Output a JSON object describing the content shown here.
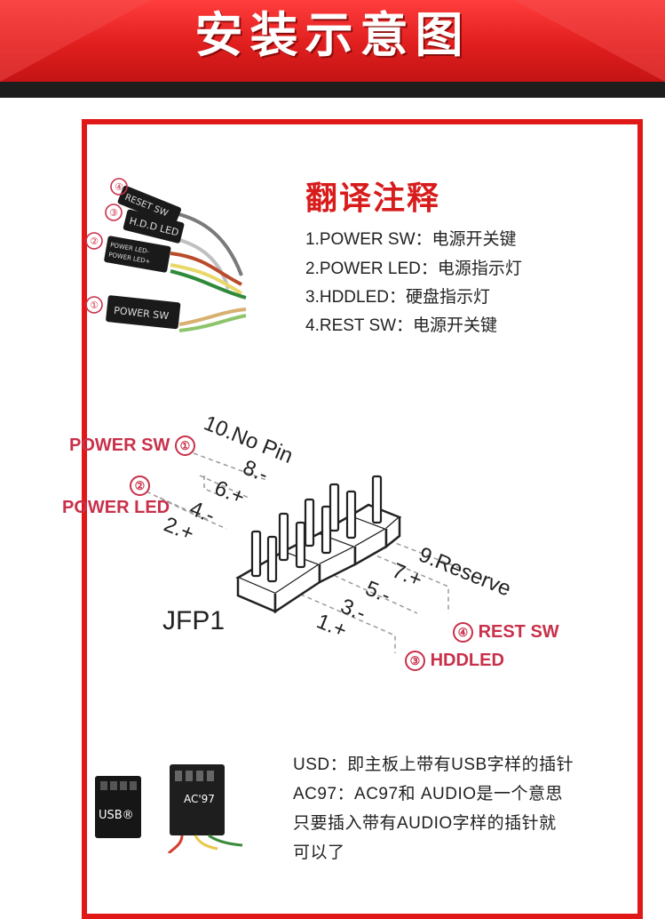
{
  "banner": {
    "title": "安装示意图"
  },
  "legend": {
    "title": "翻译注释",
    "items": [
      "1.POWER SW：电源开关键",
      "2.POWER LED：电源指示灯",
      "3.HDDLED：硬盘指示灯",
      "4.REST SW：电源开关键"
    ]
  },
  "cable_labels": {
    "reset": "RESET SW",
    "hdd": "H.D.D LED",
    "power_led_minus": "POWER LED-",
    "power_led_plus": "POWER LED+",
    "power_sw": "POWER SW",
    "n1": "①",
    "n2": "②",
    "n3": "③",
    "n4": "④"
  },
  "diagram": {
    "pins_left": [
      "10.No Pin",
      "8.-",
      "6.+",
      "4.-",
      "2.+"
    ],
    "pins_right": [
      "9.Reserve",
      "7.+",
      "5.-",
      "3.-",
      "1.+"
    ],
    "callouts": {
      "power_sw": "POWER SW",
      "power_led": "POWER LED",
      "rest_sw": "REST SW",
      "hddled": "HDDLED",
      "c1": "①",
      "c2": "②",
      "c3": "③",
      "c4": "④"
    },
    "connector_name": "JFP1"
  },
  "connectors": {
    "usb_label": "USB®",
    "ac97_label": "AC'97"
  },
  "notes": [
    "USD：即主板上带有USB字样的插针",
    "AC97：AC97和 AUDIO是一个意思",
    "只要插入带有AUDIO字样的插针就",
    "可以了"
  ],
  "colors": {
    "banner_red": "#e01e1e",
    "frame_red": "#e01818",
    "callout_pink": "#c9304a",
    "title_red": "#d81b1b"
  }
}
